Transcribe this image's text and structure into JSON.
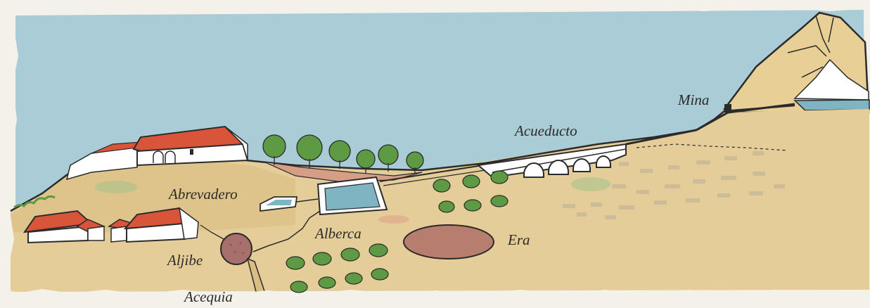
{
  "labels": {
    "mina": "Mina",
    "acueducto": "Acueducto",
    "abrevadero": "Abrevadero",
    "alberca": "Alberca",
    "era": "Era",
    "aljibe": "Aljibe",
    "acequia": "Acequia"
  },
  "colors": {
    "sky": "#a9ccd6",
    "ground": "#e4cd98",
    "ground_dark": "#d9bd82",
    "mountain": "#e8cf96",
    "roof": "#d9553a",
    "wall": "#ffffff",
    "water": "#7fb4c2",
    "era": "#b77e70",
    "aljibe": "#a8706c",
    "tree": "#5d9a43",
    "path": "#d79e86",
    "outline": "#2b2b2b"
  }
}
